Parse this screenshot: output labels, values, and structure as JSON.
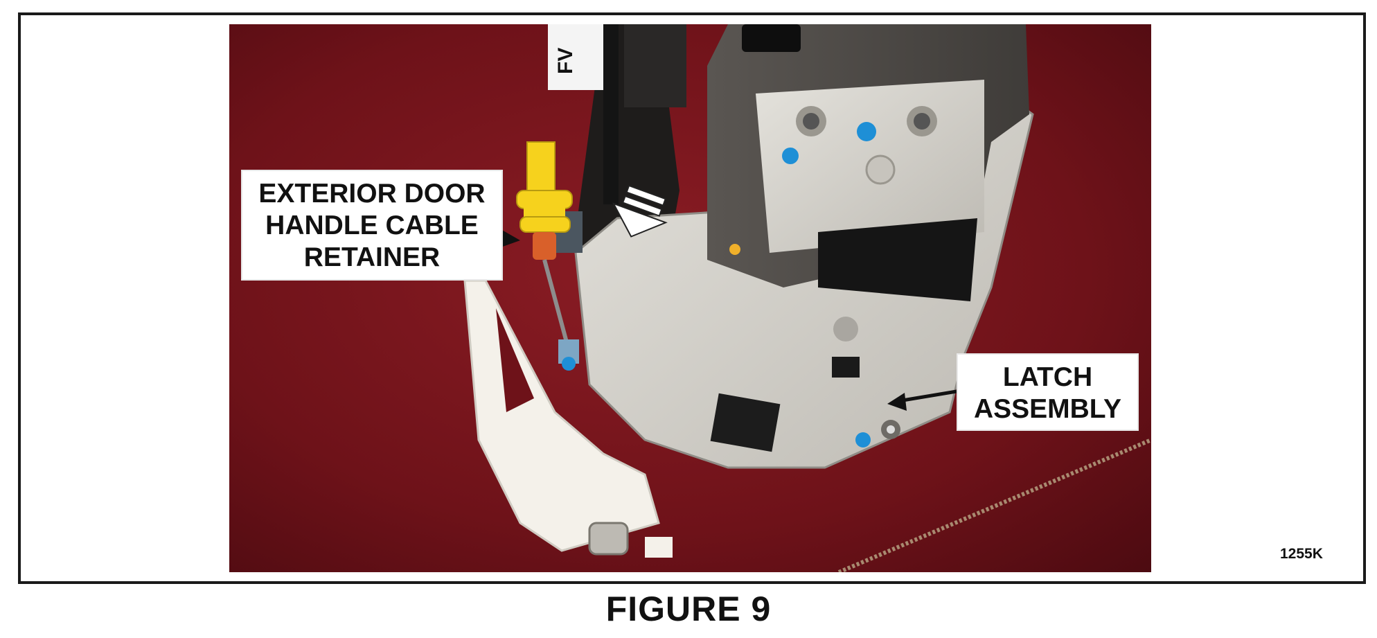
{
  "callouts": {
    "cable_retainer": [
      "EXTERIOR DOOR",
      "HANDLE CABLE",
      "RETAINER"
    ],
    "latch_assembly": [
      "LATCH",
      "ASSEMBLY"
    ]
  },
  "photo_label": "FV",
  "figure_code": "1255K",
  "figure_title": "FIGURE 9"
}
